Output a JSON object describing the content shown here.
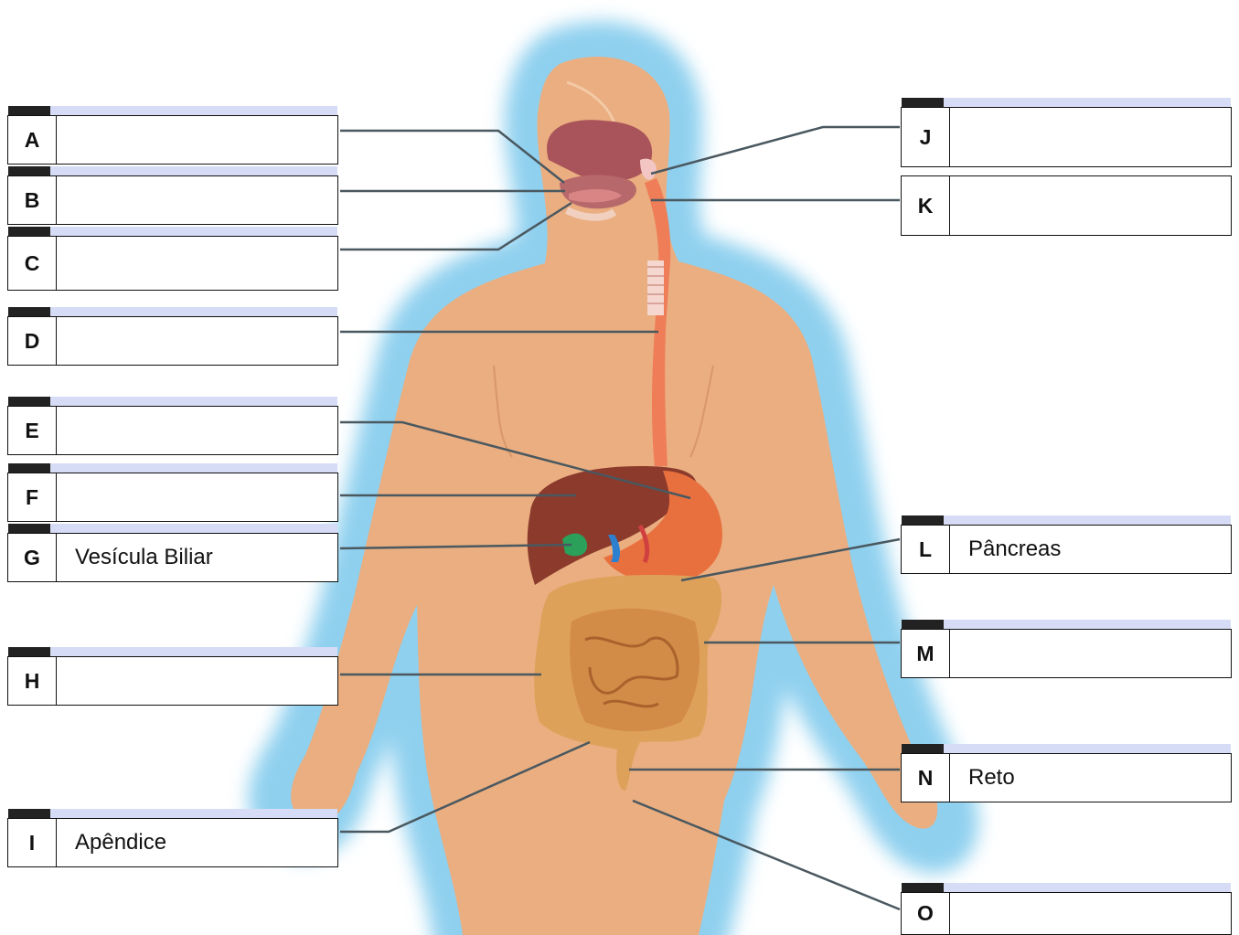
{
  "labels": [
    {
      "letter": "A",
      "text": ""
    },
    {
      "letter": "B",
      "text": ""
    },
    {
      "letter": "C",
      "text": ""
    },
    {
      "letter": "D",
      "text": ""
    },
    {
      "letter": "E",
      "text": ""
    },
    {
      "letter": "F",
      "text": ""
    },
    {
      "letter": "G",
      "text": "Vesícula Biliar"
    },
    {
      "letter": "H",
      "text": ""
    },
    {
      "letter": "I",
      "text": "Apêndice"
    },
    {
      "letter": "J",
      "text": ""
    },
    {
      "letter": "K",
      "text": ""
    },
    {
      "letter": "L",
      "text": "Pâncreas"
    },
    {
      "letter": "M",
      "text": ""
    },
    {
      "letter": "N",
      "text": "Reto"
    },
    {
      "letter": "O",
      "text": ""
    }
  ],
  "colors": {
    "skin": "#e9ad7f",
    "aura": "#a8daf2",
    "leader_line": "#4a5860",
    "liver": "#8b3a2c",
    "stomach": "#e8703e",
    "intestine": "#d9974a",
    "gallbladder": "#2aa05a",
    "esophagus": "#f0805a",
    "pharynx": "#b0595e"
  }
}
